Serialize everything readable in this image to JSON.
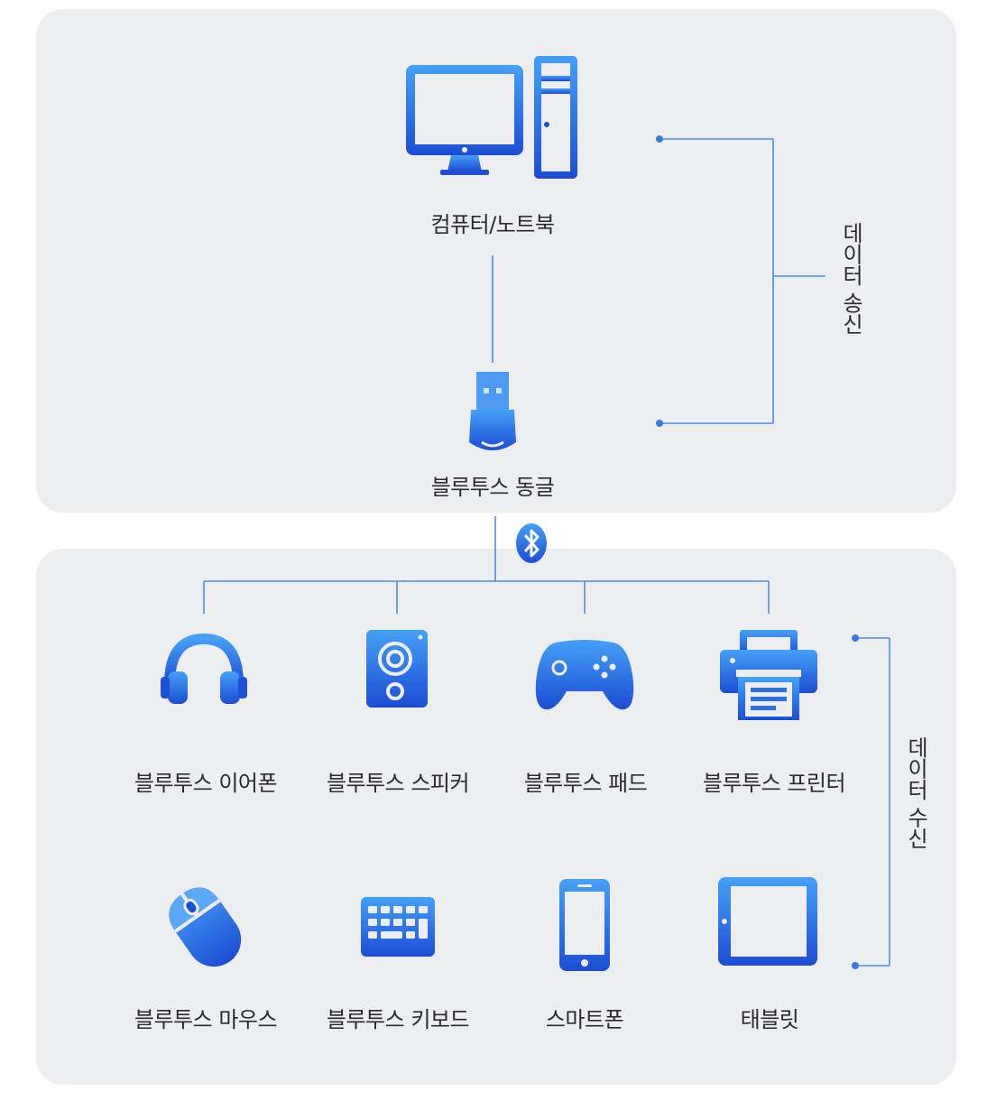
{
  "colors": {
    "panel": "#eceef2",
    "line": "#3a7ae0",
    "icon_light": "#3b8bf1",
    "icon_dark": "#1d4fd6",
    "text": "#2b2b2b"
  },
  "transmit": {
    "computer_label": "컴퓨터/노트북",
    "dongle_label": "블루투스 동글",
    "side_label": "데이터 송신"
  },
  "bluetooth_icon": "bluetooth-icon",
  "receive": {
    "side_label": "데이터 수신",
    "devices": [
      {
        "label": "블루투스 이어폰",
        "icon": "headphones-icon"
      },
      {
        "label": "블루투스 스피커",
        "icon": "speaker-icon"
      },
      {
        "label": "블루투스 패드",
        "icon": "gamepad-icon"
      },
      {
        "label": "블루투스 프린터",
        "icon": "printer-icon"
      },
      {
        "label": "블루투스 마우스",
        "icon": "mouse-icon"
      },
      {
        "label": "블루투스 키보드",
        "icon": "keyboard-icon"
      },
      {
        "label": "스마트폰",
        "icon": "smartphone-icon"
      },
      {
        "label": "태블릿",
        "icon": "tablet-icon"
      }
    ]
  }
}
